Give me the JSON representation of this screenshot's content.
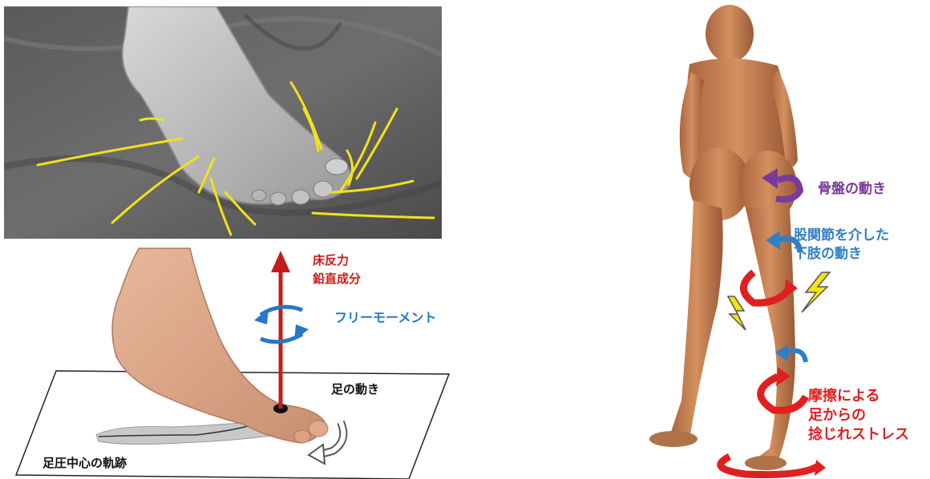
{
  "top_photo": {
    "icon": "foot-on-fabric-photo"
  },
  "foot_diagram": {
    "ground_reaction_label": "床反力",
    "vertical_component_label": "鉛直成分",
    "free_moment_label": "フリーモーメント",
    "foot_motion_label": "足の動き",
    "cop_trajectory_label": "足圧中心の軌跡",
    "colors": {
      "force": "#c41c1c",
      "moment": "#2677c9"
    }
  },
  "body_figure": {
    "pelvis_label": "骨盤の動き",
    "limb_label_line1": "股関節を介した",
    "limb_label_line2": "下肢の動き",
    "stress_line1": "摩擦による",
    "stress_line2": "足からの",
    "stress_line3": "捻じれストレス",
    "colors": {
      "pelvis": "#7a3a9c",
      "limb": "#2e7fc7",
      "stress": "#e02020",
      "lightning": "#f2e21a"
    }
  }
}
